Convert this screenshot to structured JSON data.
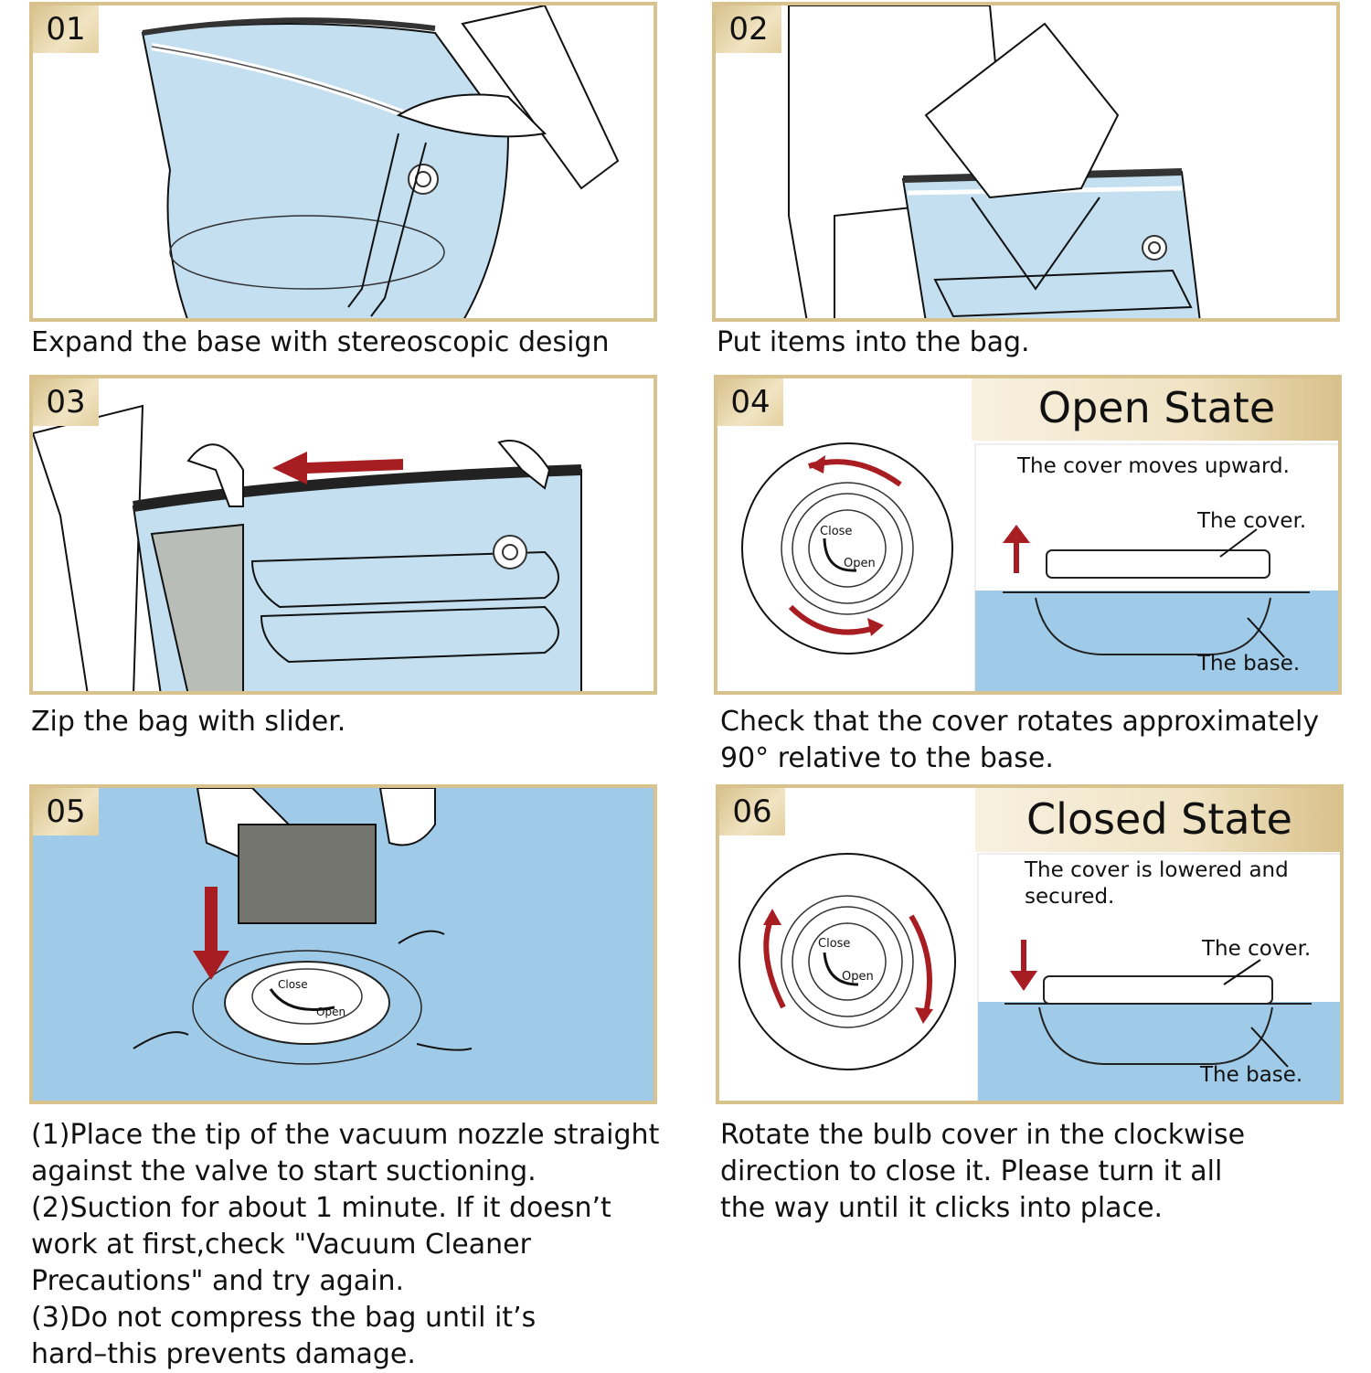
{
  "steps": [
    {
      "num": "01",
      "caption": "Expand the base with stereoscopic design"
    },
    {
      "num": "02",
      "caption": "Put items into the bag."
    },
    {
      "num": "03",
      "caption": "Zip the bag with slider."
    },
    {
      "num": "04",
      "caption": "Check that the cover rotates approximately\n90° relative to the base."
    },
    {
      "num": "05",
      "caption": "(1)Place the tip of the vacuum nozzle straight\nagainst the valve to start suctioning.\n(2)Suction for about 1 minute. If it doesn’t\nwork at first,check \"Vacuum Cleaner\nPrecautions\" and try again.\n(3)Do not compress the bag until it’s\nhard–this prevents damage."
    },
    {
      "num": "06",
      "caption": "Rotate the bulb cover in the clockwise\ndirection to close it. Please turn it all\nthe way until it clicks into place."
    }
  ],
  "open_state": {
    "title": "Open State",
    "description": "The cover moves upward.",
    "cover_label": "The cover.",
    "base_label": "The base."
  },
  "closed_state": {
    "title": "Closed State",
    "description": "The cover is lowered and\nsecured.",
    "cover_label": "The cover.",
    "base_label": "The base."
  },
  "valve_labels": {
    "close": "Close",
    "open": "Open"
  },
  "colors": {
    "gold": "#d8c28e",
    "bag_blue": "#c3dff0",
    "water_blue": "#9fcbe8",
    "arrow_red": "#a81d22"
  }
}
